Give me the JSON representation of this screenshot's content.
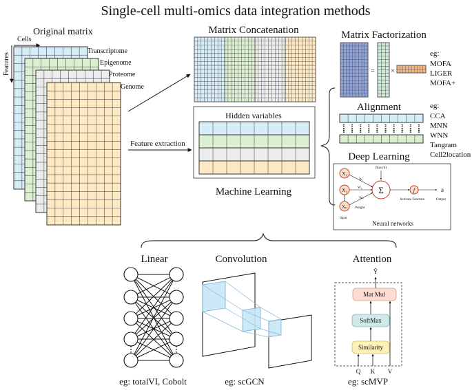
{
  "title": "Single-cell multi-omics data integration methods",
  "original_matrix": {
    "heading": "Original matrix",
    "cells_label": "Cells",
    "features_label": "Features",
    "layers": [
      {
        "name": "Transcriptome",
        "color": "#d6ecf7"
      },
      {
        "name": "Epigenome",
        "color": "#dcefd2"
      },
      {
        "name": "Proteome",
        "color": "#ececec"
      },
      {
        "name": "Genome",
        "color": "#fde9c4"
      }
    ]
  },
  "concatenation": {
    "heading": "Matrix Concatenation",
    "colors": [
      "#d6ecf7",
      "#dcefd2",
      "#ececec",
      "#fde9c4"
    ]
  },
  "feature_extraction_label": "Feature extraction",
  "machine_learning": {
    "hidden_label": "Hidden variables",
    "footer": "Machine Learning",
    "row_colors": [
      "#d6ecf7",
      "#dcefd2",
      "#ececec",
      "#fde9c4"
    ]
  },
  "factorization": {
    "heading": "Matrix Factorization",
    "eq_sign": "=",
    "times_sign": "×",
    "examples_label": "eg:",
    "examples": [
      "MOFA",
      "LIGER",
      "MOFA+"
    ]
  },
  "alignment": {
    "heading": "Alignment",
    "examples_label": "eg:",
    "examples": [
      "CCA",
      "MNN",
      "WNN",
      "Tangram",
      "Cell2location"
    ]
  },
  "deep_learning": {
    "heading": "Deep Learning",
    "nn_caption": "Neural networks",
    "inputs": [
      "X₁",
      "X₂",
      "Xₙ"
    ],
    "weights": [
      "W₁",
      "W₂",
      "Wₙ"
    ],
    "bias": "Bias (b)",
    "sum": "Σ",
    "func": "f",
    "output": "a",
    "input_label": "Input",
    "weight_label": "Weight",
    "activate_label": "Activate Function",
    "output_label": "Output"
  },
  "bottom": {
    "linear": {
      "title": "Linear",
      "example": "eg: totalVI, Cobolt"
    },
    "convolution": {
      "title": "Convolution",
      "example": "eg: scGCN"
    },
    "attention": {
      "title": "Attention",
      "example": "eg: scMVP",
      "matmul": "Mat Mul",
      "softmax": "SoftMax",
      "similarity": "Similarity",
      "q": "Q",
      "k": "K",
      "v": "V",
      "output": "Ŷ",
      "colors": {
        "matmul": "#fbdcd4",
        "softmax": "#cfeae8",
        "similarity": "#fdf0b8"
      }
    }
  }
}
